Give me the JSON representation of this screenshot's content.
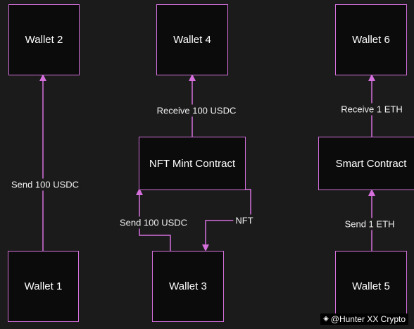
{
  "colors": {
    "background": "#1b1b1b",
    "node_fill": "#0b0b0b",
    "stroke": "#d46fdc",
    "text": "#ffffff"
  },
  "nodes": {
    "wallet1": "Wallet 1",
    "wallet2": "Wallet 2",
    "wallet3": "Wallet 3",
    "wallet4": "Wallet 4",
    "wallet5": "Wallet 5",
    "wallet6": "Wallet 6",
    "nft_contract": "NFT Mint Contract",
    "smart_contract": "Smart Contract"
  },
  "edges": {
    "w1_w2": "Send 100 USDC",
    "nft_w4": "Receive 100 USDC",
    "w3_nft": "Send 100 USDC",
    "nft_w3": "NFT",
    "sc_w6": "Receive 1 ETH",
    "w5_sc": "Send 1 ETH"
  },
  "watermark": {
    "icon": "diamond-logo-icon",
    "text": "@Hunter XX Crypto"
  }
}
